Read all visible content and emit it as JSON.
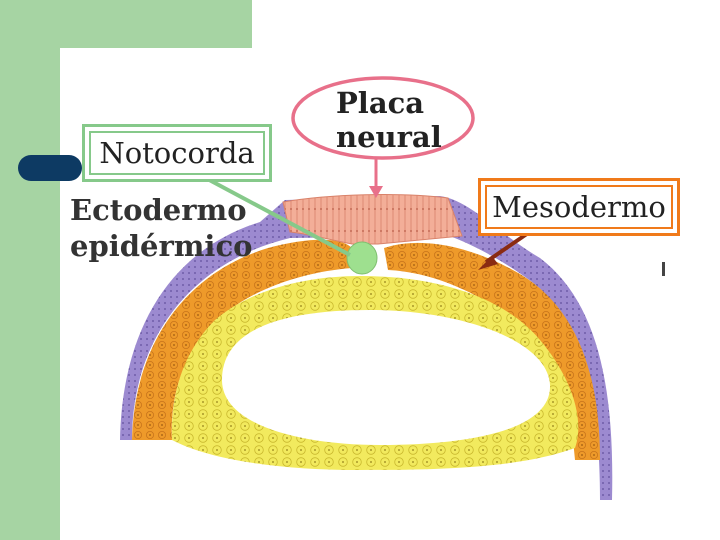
{
  "labels": {
    "notocorda": "Notocorda",
    "placa_line1": "Placa",
    "placa_line2": "neural",
    "ectodermo_line1": "Ectodermo",
    "ectodermo_line2": "epidérmico",
    "mesodermo": "Mesodermo"
  },
  "colors": {
    "slide_green": "#a6d4a3",
    "bullet_navy": "#0d3a63",
    "ectoderm_purple": "#9c8ad0",
    "mesoderm_orange": "#ee9a2a",
    "endoderm_yellow": "#f2ea5e",
    "neural_plate_pink": "#f3ae98",
    "notochord_green": "#9ee08f",
    "notocorda_box": "#86c98a",
    "placa_oval": "#e8708a",
    "mesodermo_box": "#f07a1a",
    "mesodermo_arrow": "#8a2b12"
  }
}
